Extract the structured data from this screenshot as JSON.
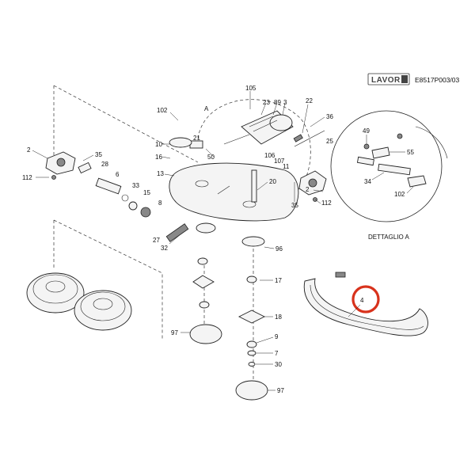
{
  "header": {
    "brand": "LAVOR",
    "doc_code": "E8517P003/03"
  },
  "detail": {
    "title": "DETTAGLIO A",
    "marker": "A"
  },
  "highlight_color": "#d8321c",
  "callouts": {
    "c105": "105",
    "c23": "23",
    "c89": "89",
    "c3": "3",
    "c22": "22",
    "c36": "36",
    "c102a": "102",
    "c21": "21",
    "c10": "10",
    "c16": "16",
    "c50": "50",
    "c106": "106",
    "c107": "107",
    "c11": "11",
    "c25": "25",
    "c2a": "2",
    "c35a": "35",
    "c28": "28",
    "c112a": "112",
    "c6": "6",
    "c33": "33",
    "c15": "15",
    "c13": "13",
    "c20": "20",
    "c2b": "2",
    "c112b": "112",
    "c35b": "35",
    "c8": "8",
    "c27": "27",
    "c32": "32",
    "c96": "96",
    "c17": "17",
    "c18": "18",
    "c9": "9",
    "c7": "7",
    "c30": "30",
    "c97a": "97",
    "c97b": "97",
    "c4": "4",
    "c49": "49",
    "c55": "55",
    "c34": "34",
    "c102b": "102"
  }
}
